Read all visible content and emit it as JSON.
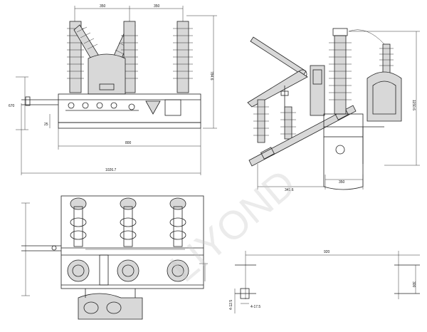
{
  "dimensions": {
    "front_top_left": "350",
    "front_top_right": "350",
    "front_height": "784.6",
    "front_left_height": "670",
    "front_small": "25",
    "front_base_width": "800",
    "front_overall_width": "1026.7",
    "side_height": "1150.6",
    "side_base_left": "341.6",
    "side_base_right": "350",
    "detail_width": "920",
    "detail_height": "300",
    "detail_small_a": "4-12.5",
    "detail_small_b": "4-17.5"
  },
  "watermark": "LIYOND"
}
